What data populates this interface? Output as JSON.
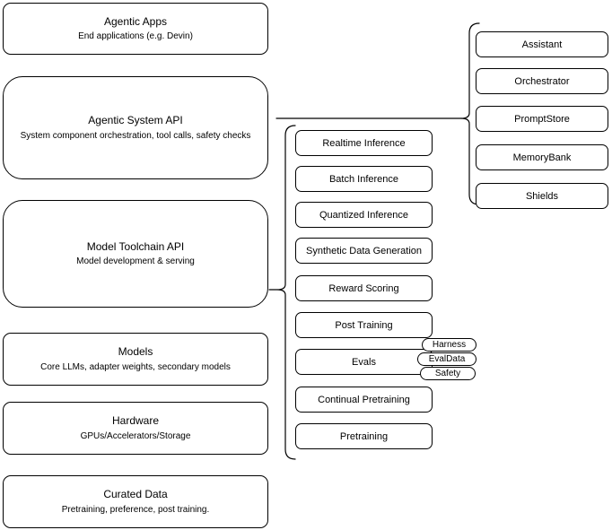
{
  "colors": {
    "stroke": "#000000",
    "fill": "#ffffff",
    "text": "#000000"
  },
  "stack": [
    {
      "title": "Agentic Apps",
      "subtitle": "End applications (e.g. Devin)"
    },
    {
      "title": "Agentic System API",
      "subtitle": "System component orchestration, tool calls, safety checks"
    },
    {
      "title": "Model Toolchain API",
      "subtitle": "Model development & serving"
    },
    {
      "title": "Models",
      "subtitle": "Core LLMs, adapter weights, secondary models"
    },
    {
      "title": "Hardware",
      "subtitle": "GPUs/Accelerators/Storage"
    },
    {
      "title": "Curated Data",
      "subtitle": "Pretraining, preference, post training."
    }
  ],
  "toolchain": {
    "items": [
      "Realtime Inference",
      "Batch Inference",
      "Quantized Inference",
      "Synthetic Data Generation",
      "Reward Scoring",
      "Post Training",
      "Evals",
      "Continual Pretraining",
      "Pretraining"
    ],
    "evals_tags": [
      "Harness",
      "EvalData",
      "Safety"
    ]
  },
  "system_components": {
    "items": [
      "Assistant",
      "Orchestrator",
      "PromptStore",
      "MemoryBank",
      "Shields"
    ]
  }
}
